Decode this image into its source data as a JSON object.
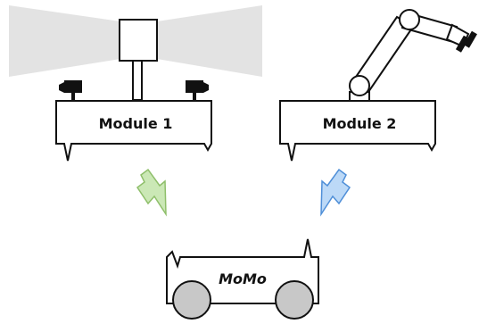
{
  "module1": {
    "label": "Module 1"
  },
  "module2": {
    "label": "Module 2"
  },
  "momo": {
    "label": "MoMo"
  },
  "colors": {
    "light_cone": "#e3e3e3",
    "arrow_green": "#cbe8b6",
    "arrow_green_stroke": "#8fbf6b",
    "arrow_blue": "#bcd9f7",
    "arrow_blue_stroke": "#4f8fd8",
    "wheel": "#c8c8c8",
    "outline": "#111111"
  },
  "icons": {
    "module1_device": "lamp-with-light-cone",
    "module1_left_camera": "camera-icon",
    "module1_right_camera": "camera-icon",
    "module2_device": "robot-arm-icon",
    "arrow_left": "arrow-down-right-icon",
    "arrow_right": "arrow-down-left-icon"
  }
}
